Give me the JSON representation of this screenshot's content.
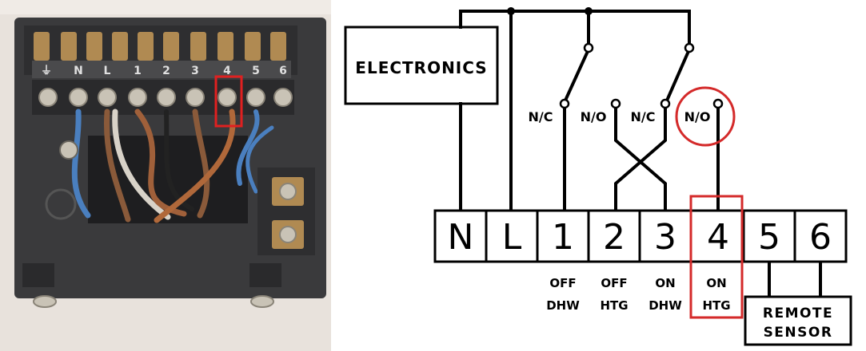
{
  "photo": {
    "terminal_labels": [
      "⏚",
      "N",
      "L",
      "1",
      "2",
      "3",
      "4",
      "5",
      "6"
    ],
    "highlight_color": "#e02020"
  },
  "diagram": {
    "electronics_label": "ELECTRONICS",
    "terminals": [
      "N",
      "L",
      "1",
      "2",
      "3",
      "4",
      "5",
      "6"
    ],
    "contacts": [
      "N/C",
      "N/O",
      "N/C",
      "N/O"
    ],
    "functions": [
      {
        "line1": "OFF",
        "line2": "DHW"
      },
      {
        "line1": "OFF",
        "line2": "HTG"
      },
      {
        "line1": "ON",
        "line2": "DHW"
      },
      {
        "line1": "ON",
        "line2": "HTG"
      }
    ],
    "remote_sensor": {
      "line1": "REMOTE",
      "line2": "SENSOR"
    },
    "highlight_color": "#d42a2a"
  }
}
